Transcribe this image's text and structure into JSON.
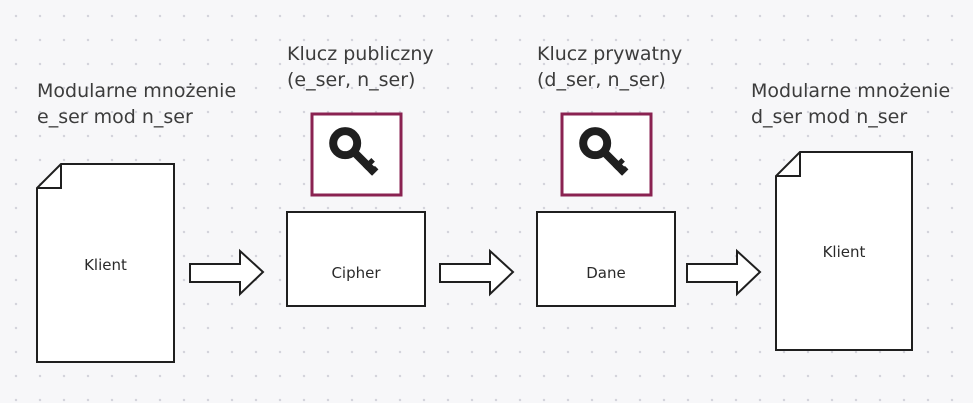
{
  "steps": [
    {
      "caption_line1": "Modularne mnożenie",
      "caption_line2": "e_ser mod n_ser",
      "node_label": "Klient"
    },
    {
      "caption_line1": "Klucz publiczny",
      "caption_line2": "(e_ser, n_ser)",
      "node_label": "Cipher",
      "key_icon": "key-icon"
    },
    {
      "caption_line1": "Klucz prywatny",
      "caption_line2": "(d_ser, n_ser)",
      "node_label": "Dane",
      "key_icon": "key-icon"
    },
    {
      "caption_line1": "Modularne mnożenie",
      "caption_line2": "d_ser mod n_ser",
      "node_label": "Klient"
    }
  ],
  "colors": {
    "background": "#f7f7f9",
    "stroke": "#1f1f1f",
    "key_frame": "#8a2251",
    "key_fill": "#1f1f1f",
    "text": "#3c3c3c"
  }
}
